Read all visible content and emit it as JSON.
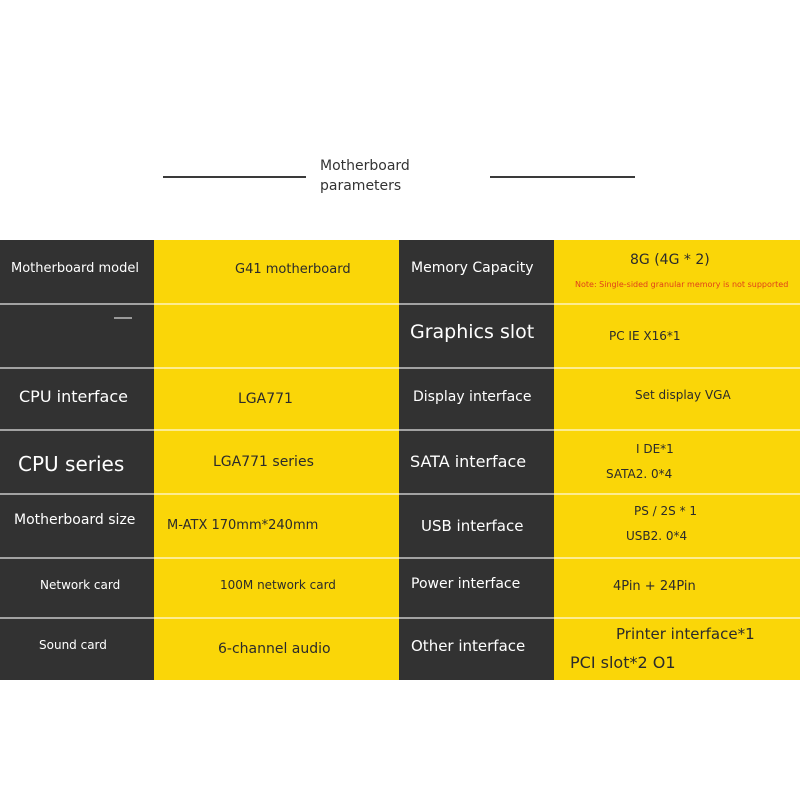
{
  "header": {
    "title": "Motherboard\nparameters"
  },
  "rows": [
    {
      "label": "Motherboard model",
      "value": "G41 motherboard",
      "label2": "Memory Capacity",
      "value2": "8G (4G * 2)",
      "note2": "Note: Single-sided granular memory is not supported"
    },
    {
      "label": "",
      "value": "",
      "label2": "Graphics slot",
      "value2": "PC IE X16*1"
    },
    {
      "label": "CPU interface",
      "value": "LGA771",
      "label2": "Display interface",
      "value2": "Set display VGA"
    },
    {
      "label": "CPU series",
      "value": "LGA771 series",
      "label2": "SATA interface",
      "value2a": "I DE*1",
      "value2b": "SATA2. 0*4"
    },
    {
      "label": "Motherboard size",
      "value": "M-ATX 170mm*240mm",
      "label2": "USB interface",
      "value2a": "PS / 2S * 1",
      "value2b": "USB2. 0*4"
    },
    {
      "label": "Network card",
      "value": "100M network card",
      "label2": "Power interface",
      "value2": "4Pin + 24Pin"
    },
    {
      "label": "Sound card",
      "value": "6-channel audio",
      "label2": "Other interface",
      "value2a": "Printer interface*1",
      "value2b": "PCI slot*2 O1"
    }
  ],
  "colors": {
    "dark": "#323232",
    "yellow": "#fad608",
    "note": "#e0401a"
  }
}
